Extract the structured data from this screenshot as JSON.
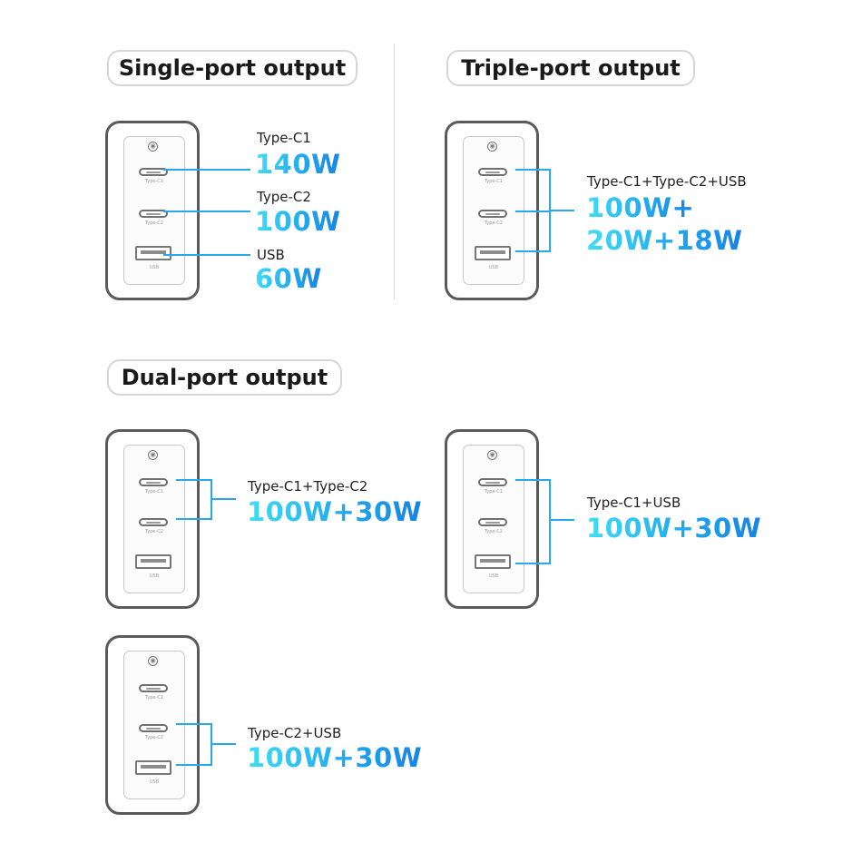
{
  "headings": {
    "single": "Single-port output",
    "triple": "Triple-port output",
    "dual": "Dual-port output"
  },
  "port_labels": {
    "c1": "Type-C1",
    "c2": "Type-C2",
    "usb": "USB"
  },
  "single": {
    "c1_label": "Type-C1",
    "c1_watt": "140W",
    "c2_label": "Type-C2",
    "c2_watt": "100W",
    "usb_label": "USB",
    "usb_watt": "60W"
  },
  "triple": {
    "label": "Type-C1+Type-C2+USB",
    "watt_line1": "100W+",
    "watt_line2": "20W+18W"
  },
  "dual": [
    {
      "label": "Type-C1+Type-C2",
      "watt": "100W+30W"
    },
    {
      "label": "Type-C1+USB",
      "watt": "100W+30W"
    },
    {
      "label": "Type-C2+USB",
      "watt": "100W+30W"
    }
  ],
  "colors": {
    "accent": "#27a8e8",
    "gradient_start": "#41ddf6",
    "gradient_end": "#1883e4"
  },
  "icons": {
    "logo": "brand-logo-icon"
  }
}
